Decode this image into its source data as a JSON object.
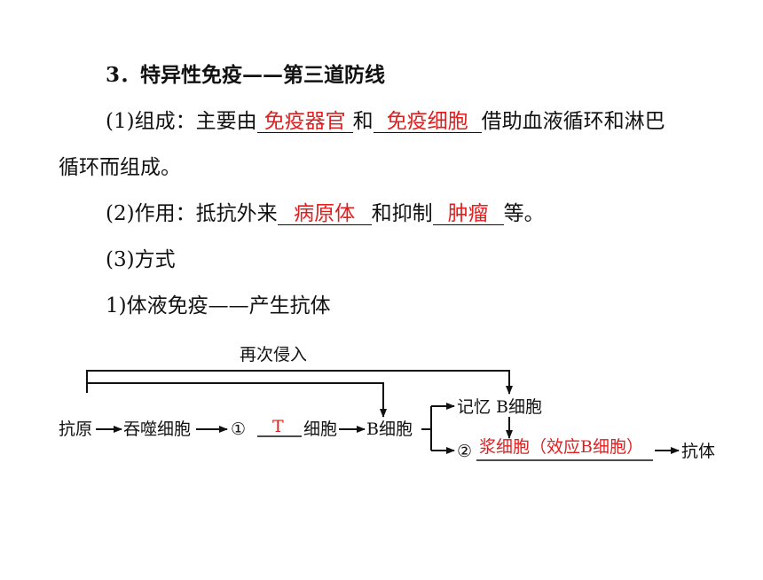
{
  "heading": {
    "number": "3．",
    "text": "特异性免疫——第三道防线"
  },
  "composition": {
    "label": "(1)组成：主要由",
    "blank1": "免疫器官",
    "and": "和",
    "blank2": "免疫细胞",
    "suffix": "借助血液循环和淋巴",
    "continuation": "循环而组成。"
  },
  "function": {
    "label": "(2)作用：抵抗外来",
    "blank1": "病原体",
    "middle": "和抑制",
    "blank2": "肿瘤",
    "suffix": "等。"
  },
  "method": {
    "label": "(3)方式"
  },
  "humoral": {
    "label": "1)体液免疫——产生抗体"
  },
  "diagram": {
    "reinvasion": "再次侵入",
    "antigen": "抗原",
    "phagocyte": "吞噬细胞",
    "circled1": "①",
    "t_cell_answer": "T",
    "cell": "细胞",
    "b_cell": "B细胞",
    "memory_b_cell": "记忆 B细胞",
    "circled2": "②",
    "plasma_cell_answer": "浆细胞（效应B细胞）",
    "antibody": "抗体"
  },
  "colors": {
    "answer": "#e02020",
    "text": "#111111"
  }
}
